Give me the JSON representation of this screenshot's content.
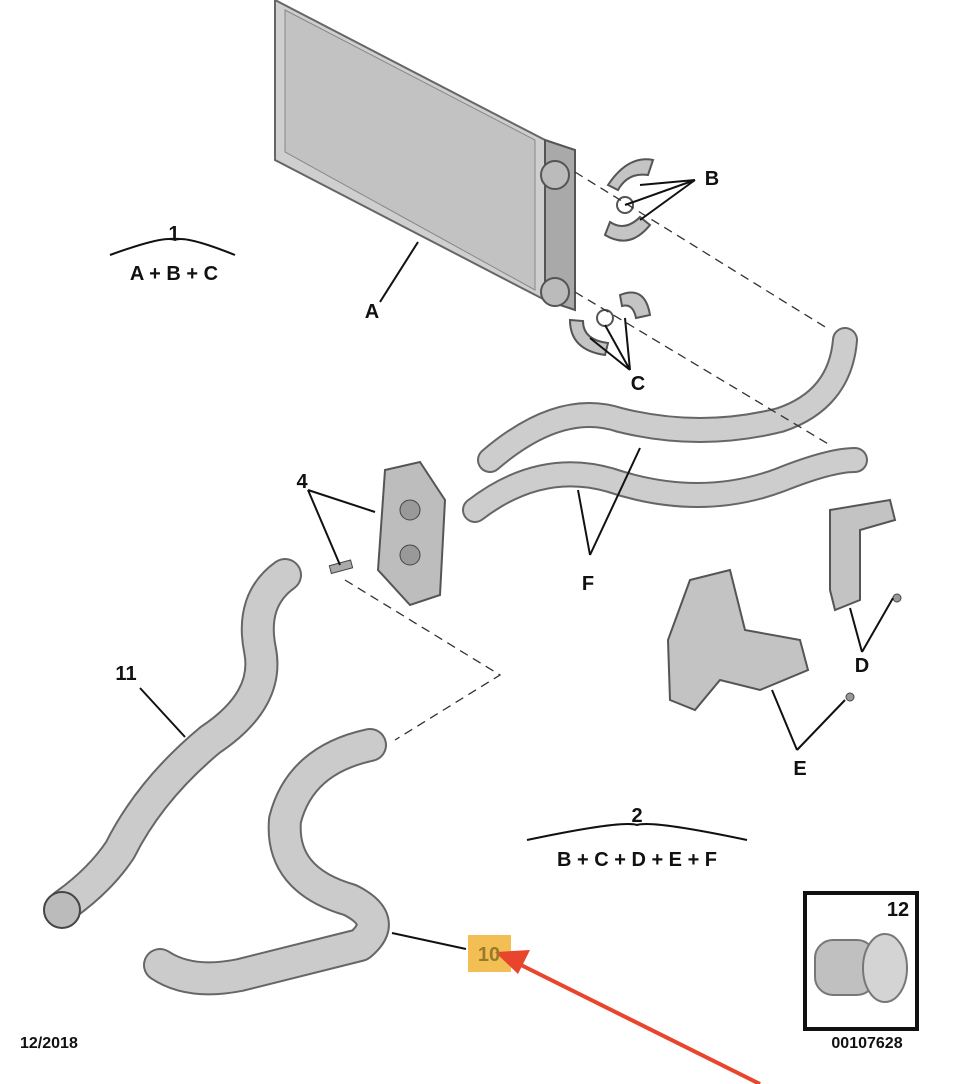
{
  "diagram": {
    "labels": {
      "assembly_1": "1",
      "assembly_1_formula": "A + B + C",
      "assembly_2": "2",
      "assembly_2_formula": "B + C + D + E + F",
      "A": "A",
      "B": "B",
      "C": "C",
      "D": "D",
      "E": "E",
      "F": "F",
      "part_4": "4",
      "part_10": "10",
      "part_11": "11",
      "part_12": "12"
    },
    "date": "12/2018",
    "reference_number": "00107628",
    "colors": {
      "highlight": "#f3bf55",
      "arrow": "#e8452c",
      "part_gray": "#b9b9b9"
    }
  }
}
